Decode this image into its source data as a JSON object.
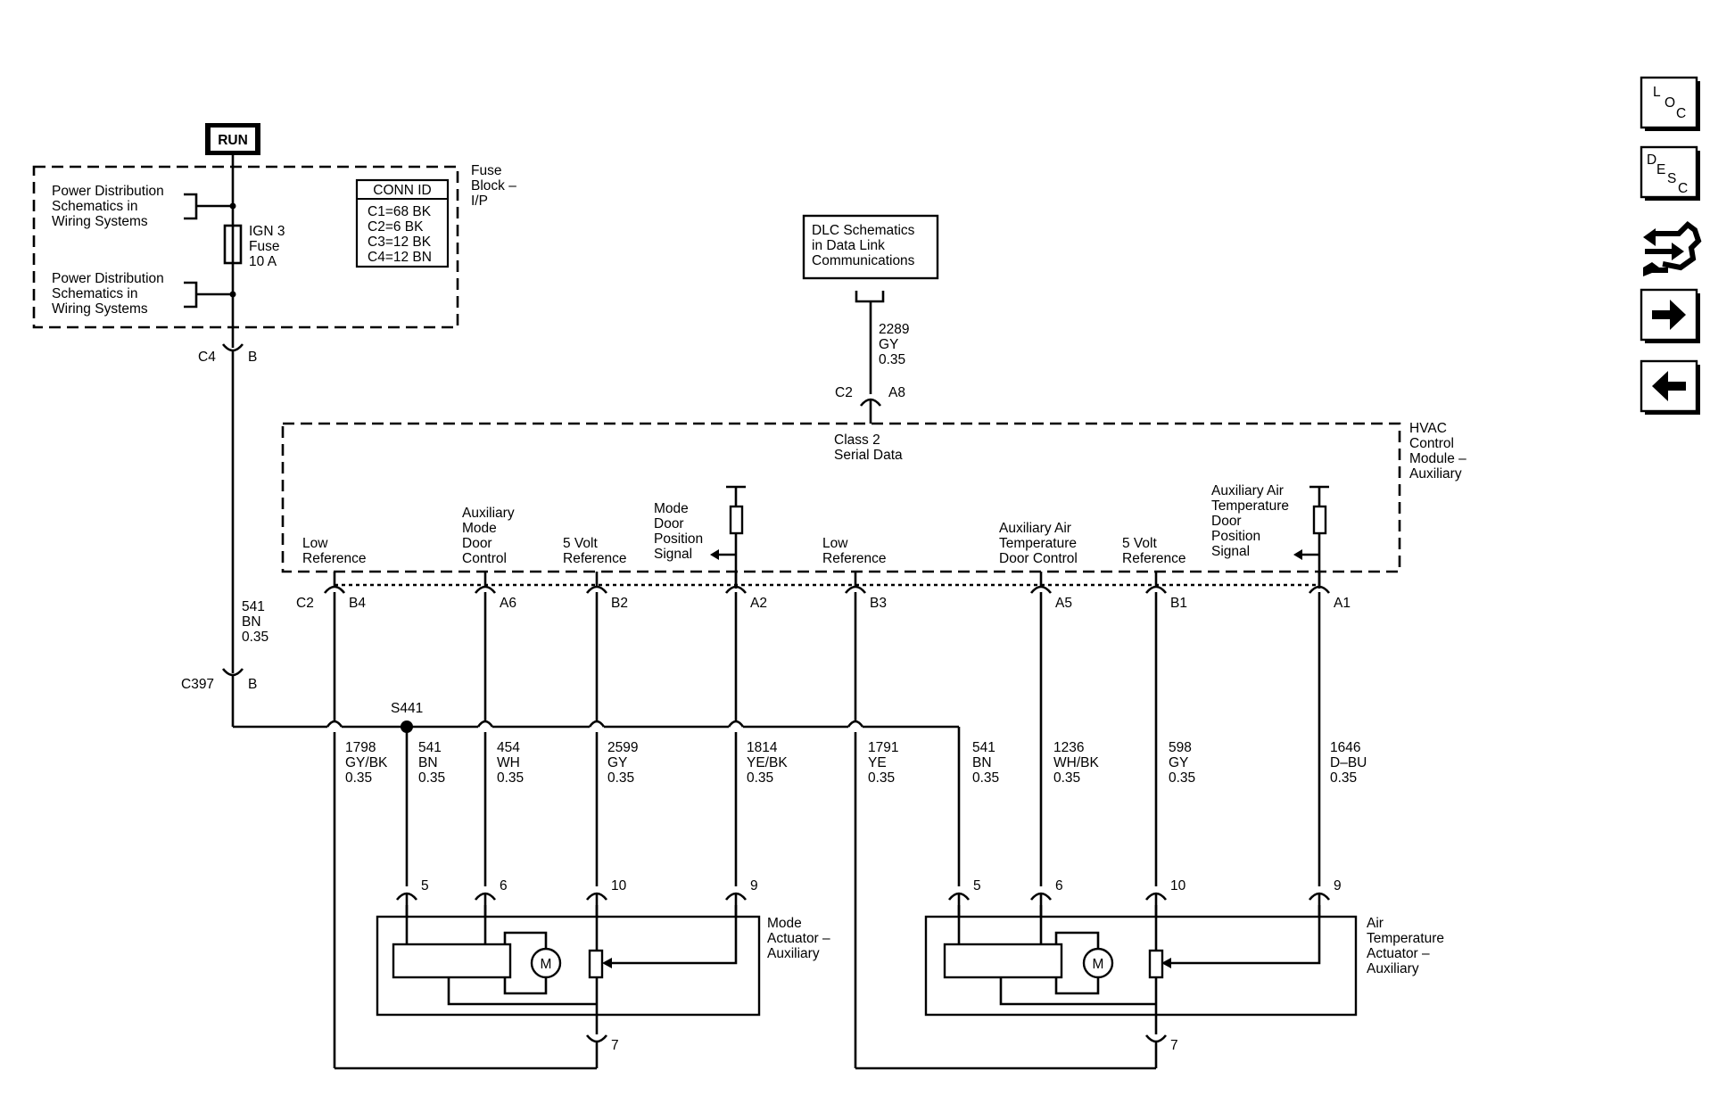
{
  "run_label": "RUN",
  "fuse_block": {
    "title_lines": [
      "Fuse",
      "Block –",
      "I/P"
    ],
    "power_dist_top": [
      "Power Distribution",
      "Schematics in",
      "Wiring Systems"
    ],
    "power_dist_bottom": [
      "Power Distribution",
      "Schematics in",
      "Wiring Systems"
    ],
    "fuse_lines": [
      "IGN 3",
      "Fuse",
      "10 A"
    ],
    "conn_id_header": "CONN ID",
    "conn_id_rows": [
      "C1=68 BK",
      "C2=6 BK",
      "C3=12 BK",
      "C4=12 BN"
    ]
  },
  "connectors": {
    "c4": "C4",
    "c4_pin": "B",
    "c397": "C397",
    "c397_pin": "B",
    "c2_top": "C2",
    "c2_top_pin": "A8",
    "c2_left": "C2"
  },
  "wire_541_left": [
    "541",
    "BN",
    "0.35"
  ],
  "dlc_box": [
    "DLC Schematics",
    "in Data Link",
    "Communications"
  ],
  "wire_2289": [
    "2289",
    "GY",
    "0.35"
  ],
  "hvac": {
    "title_lines": [
      "HVAC",
      "Control",
      "Module –",
      "Auxiliary"
    ],
    "class2": [
      "Class 2",
      "Serial Data"
    ],
    "signals": [
      {
        "label": [
          "Low",
          "Reference"
        ],
        "pin": "B4"
      },
      {
        "label": [
          "Auxiliary",
          "Mode",
          "Door",
          "Control"
        ],
        "pin": "A6"
      },
      {
        "label": [
          "5 Volt",
          "Reference"
        ],
        "pin": "B2"
      },
      {
        "label": [
          "Mode",
          "Door",
          "Position",
          "Signal"
        ],
        "pin": "A2"
      },
      {
        "label": [
          "Low",
          "Reference"
        ],
        "pin": "B3"
      },
      {
        "label": [
          "Auxiliary Air",
          "Temperature",
          "Door Control"
        ],
        "pin": "A5"
      },
      {
        "label": [
          "5 Volt",
          "Reference"
        ],
        "pin": "B1"
      },
      {
        "label": [
          "Auxiliary Air",
          "Temperature",
          "Door",
          "Position",
          "Signal"
        ],
        "pin": "A1"
      }
    ]
  },
  "splice": "S441",
  "wires": [
    [
      "1798",
      "GY/BK",
      "0.35"
    ],
    [
      "541",
      "BN",
      "0.35"
    ],
    [
      "454",
      "WH",
      "0.35"
    ],
    [
      "2599",
      "GY",
      "0.35"
    ],
    [
      "1814",
      "YE/BK",
      "0.35"
    ],
    [
      "1791",
      "YE",
      "0.35"
    ],
    [
      "541",
      "BN",
      "0.35"
    ],
    [
      "1236",
      "WH/BK",
      "0.35"
    ],
    [
      "598",
      "GY",
      "0.35"
    ],
    [
      "1646",
      "D–BU",
      "0.35"
    ]
  ],
  "actuator_pins_left": [
    "5",
    "6",
    "10",
    "9",
    "7"
  ],
  "actuator_pins_right": [
    "5",
    "6",
    "10",
    "9",
    "7"
  ],
  "motor_label": "M",
  "mode_actuator": [
    "Mode",
    "Actuator –",
    "Auxiliary"
  ],
  "air_actuator": [
    "Air",
    "Temperature",
    "Actuator –",
    "Auxiliary"
  ],
  "nav": {
    "loc": [
      "L",
      "O",
      "C"
    ],
    "desc": [
      "D",
      "E",
      "S",
      "C"
    ],
    "icons": [
      "harness-icon",
      "arrow-right-icon",
      "arrow-left-icon"
    ]
  }
}
